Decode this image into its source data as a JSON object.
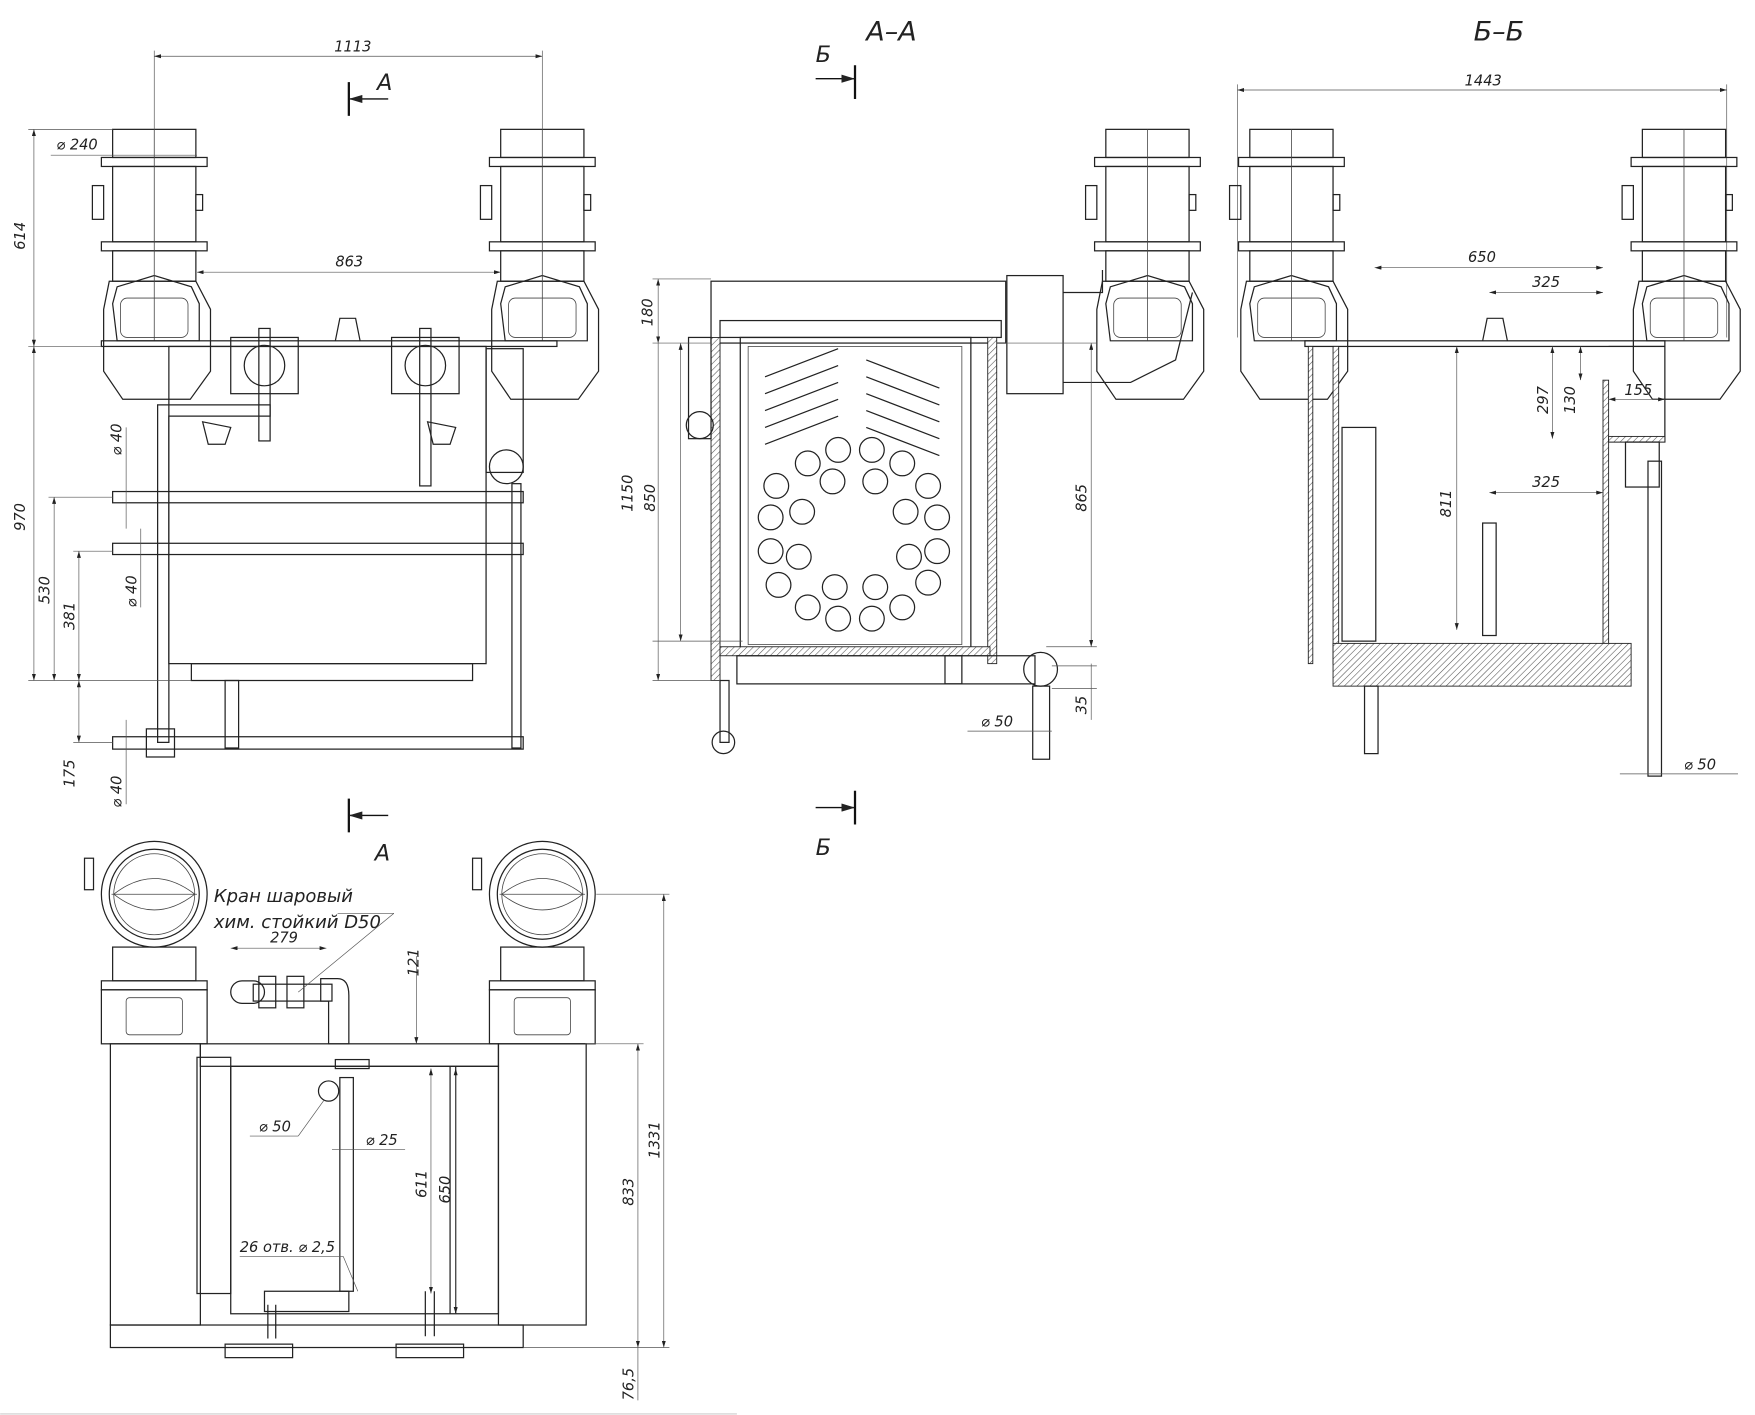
{
  "front_view": {
    "dims": {
      "d1113": "1113",
      "d863": "863",
      "d240": "⌀ 240",
      "d614": "614",
      "d970": "970",
      "d530": "530",
      "d381": "381",
      "d175": "175",
      "d40a": "⌀ 40",
      "d40b": "⌀ 40",
      "d40c": "⌀ 40"
    },
    "section_mark_top": "A",
    "section_mark_bottom": "A"
  },
  "section_aa": {
    "title": "A–A",
    "mark_top": "Б",
    "mark_bottom": "Б",
    "dims": {
      "d180": "180",
      "d1150": "1150",
      "d850": "850",
      "d865": "865",
      "d35": "35",
      "d50": "⌀ 50"
    }
  },
  "section_bb": {
    "title": "Б–Б",
    "dims": {
      "d1443": "1443",
      "d650": "650",
      "d325a": "325",
      "d325b": "325",
      "d297": "297",
      "d130": "130",
      "d155": "155",
      "d811": "811",
      "d50": "⌀ 50"
    }
  },
  "plan_view": {
    "callout_line1": "Кран шаровый",
    "callout_line2": "хим. стойкий D50",
    "holes_note": "26 отв. ⌀ 2,5",
    "dims": {
      "d279": "279",
      "d121": "121",
      "d50": "⌀ 50",
      "d25": "⌀ 25",
      "d611": "611",
      "d650": "650",
      "d833": "833",
      "d1331": "1331",
      "d765": "76,5"
    }
  }
}
